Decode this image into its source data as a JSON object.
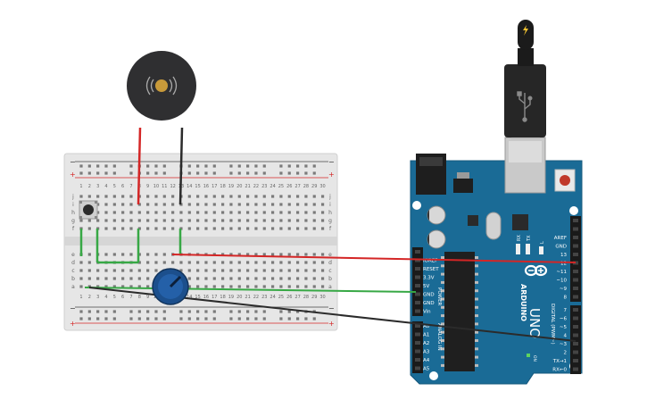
{
  "breadboard": {
    "rail_plus": "+",
    "rail_minus": "−",
    "row_letters_top": [
      "j",
      "i",
      "h",
      "g",
      "f"
    ],
    "row_letters_bottom": [
      "e",
      "d",
      "c",
      "b",
      "a"
    ],
    "column_numbers": [
      "1",
      "2",
      "3",
      "4",
      "5",
      "6",
      "7",
      "8",
      "9",
      "10",
      "11",
      "12",
      "13",
      "14",
      "15",
      "16",
      "17",
      "18",
      "19",
      "20",
      "21",
      "22",
      "23",
      "24",
      "25",
      "26",
      "27",
      "28",
      "29",
      "30"
    ]
  },
  "arduino": {
    "brand": "ARDUINO",
    "model": "UNO",
    "on_label": "ON",
    "led_labels": [
      "RX",
      "TX",
      "L"
    ],
    "power_header": [
      "IOREF",
      "RESET",
      "3.3V",
      "5V",
      "GND",
      "GND",
      "Vin"
    ],
    "power_title": "POWER",
    "analog_header": [
      "A0",
      "A1",
      "A2",
      "A3",
      "A4",
      "A5"
    ],
    "analog_title": "ANALOG IN",
    "digital_top": [
      "AREF",
      "GND",
      "13",
      "12",
      "~11",
      "~10",
      "~9",
      "8"
    ],
    "digital_bottom": [
      "7",
      "~6",
      "~5",
      "4",
      "~3",
      "2",
      "TX→1",
      "RX←0"
    ],
    "digital_title": "DIGITAL (PWM~)"
  },
  "colors": {
    "board_blue": "#1a6b96",
    "breadboard": "#e6e6e6",
    "wire_red": "#d42626",
    "wire_green": "#37a845",
    "wire_black": "#2b2b2b",
    "buzzer": "#2f2f31",
    "pot_blue": "#1c4f8c"
  },
  "icons": [
    "buzzer-icon",
    "usb-icon",
    "arduino-logo-icon",
    "lightning-icon"
  ]
}
